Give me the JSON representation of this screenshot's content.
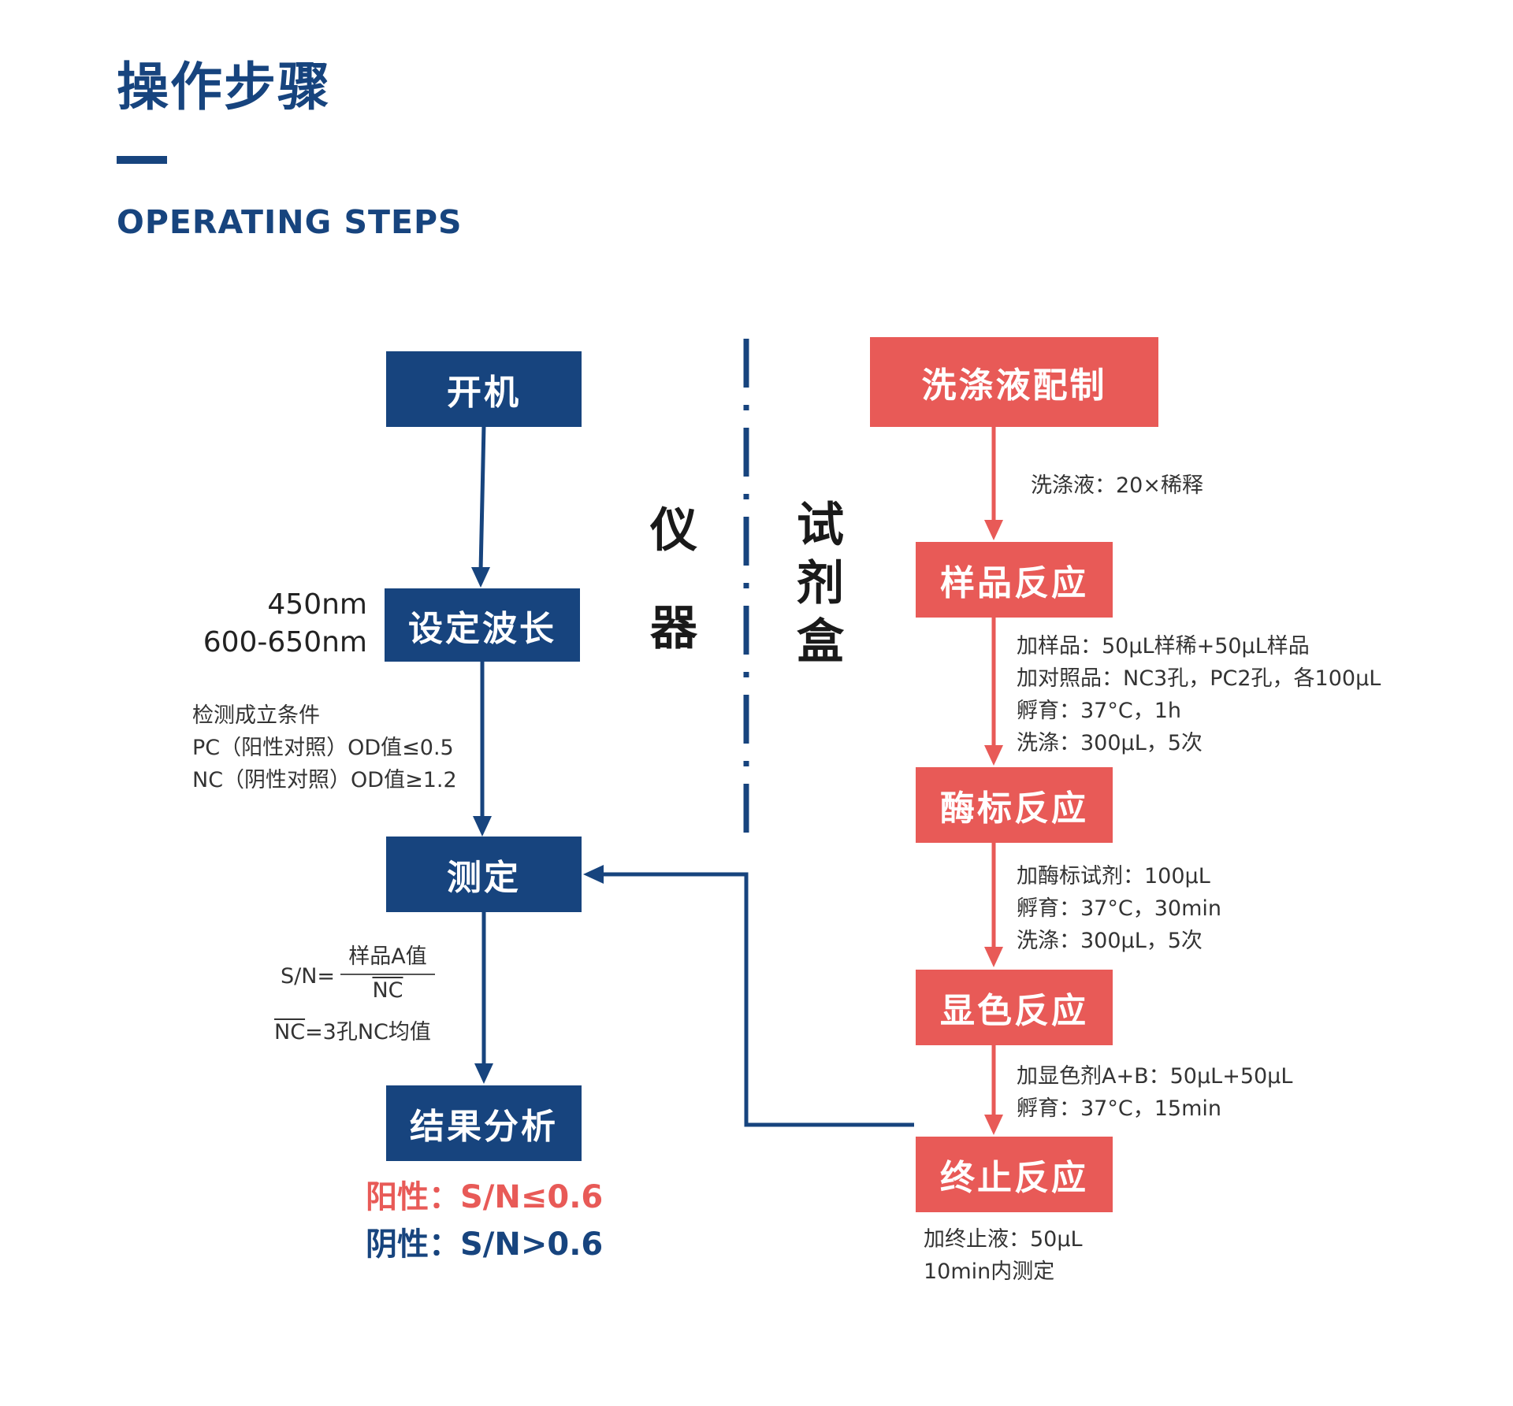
{
  "header": {
    "title_cn": "操作步骤",
    "title_en": "OPERATING STEPS"
  },
  "colors": {
    "instrument_blue": "#17447e",
    "reagent_red": "#e85a57"
  },
  "divider": {
    "instrument_label": [
      "仪",
      "器"
    ],
    "kit_label": [
      "试",
      "剂",
      "盒"
    ]
  },
  "instrument": {
    "steps": [
      "开机",
      "设定波长",
      "测定",
      "结果分析"
    ],
    "wavelength": [
      "450nm",
      "600-650nm"
    ],
    "validity_conditions": [
      "检测成立条件",
      "PC（阳性对照）OD值≤0.5",
      "NC（阴性对照）OD值≥1.2"
    ],
    "formula": {
      "lhs": "S/N=",
      "numerator": "样品A值",
      "denominator": "NC",
      "note_symbol": "NC",
      "note_rest": "=3孔NC均值"
    },
    "results": {
      "positive": "阳性：S/N≤0.6",
      "negative": "阴性：S/N>0.6"
    }
  },
  "kit": {
    "steps": [
      "洗涤液配制",
      "样品反应",
      "酶标反应",
      "显色反应",
      "终止反应"
    ],
    "notes": [
      [
        "洗涤液：20×稀释"
      ],
      [
        "加样品：50μL样稀+50μL样品",
        "加对照品：NC3孔，PC2孔，各100μL",
        "孵育：37°C，1h",
        "洗涤：300μL，5次"
      ],
      [
        "加酶标试剂：100μL",
        "孵育：37°C，30min",
        "洗涤：300μL，5次"
      ],
      [
        "加显色剂A+B：50μL+50μL",
        "孵育：37°C，15min"
      ],
      [
        "加终止液：50μL",
        "10min内测定"
      ]
    ]
  }
}
